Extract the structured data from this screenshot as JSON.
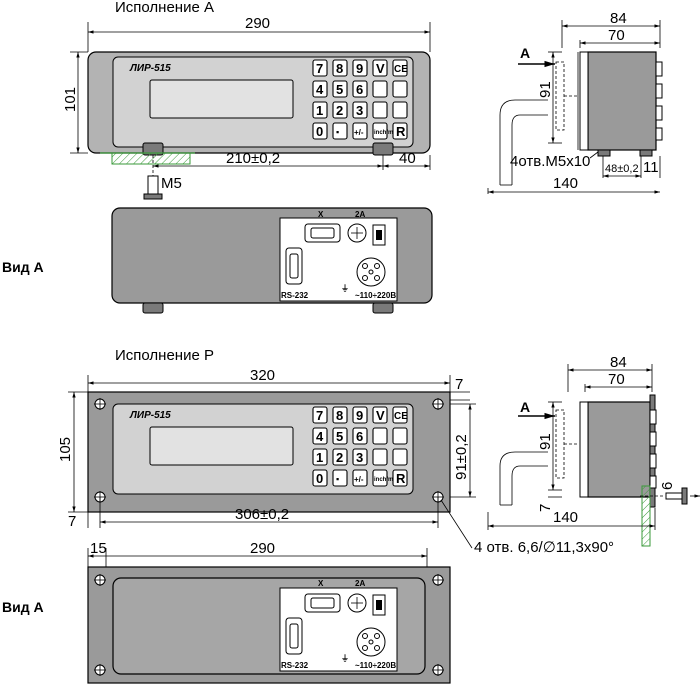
{
  "top": {
    "title": "Исполнение А",
    "brand": "ЛИР-515",
    "dim_width": "290",
    "dim_height": "101",
    "dim_foot_span": "210±0,2",
    "dim_foot_offset": "40",
    "screw": "M5"
  },
  "side_top": {
    "dim_depth": "84",
    "dim_inner": "70",
    "dim_height": "91",
    "view_arrow": "A",
    "holes": "4отв.M5x10",
    "dim_holes_span": "48±0,2",
    "dim_holes_offset": "11",
    "dim_total": "140"
  },
  "view_a_1": {
    "label": "Вид А",
    "port_x": "X",
    "port_2a": "2A",
    "rs232": "RS-232",
    "power": "~110÷220В"
  },
  "bottom": {
    "title": "Исполнение Р",
    "brand": "ЛИР-515",
    "dim_width": "320",
    "dim_height": "105",
    "dim_margin_left": "7",
    "dim_margin_top": "7",
    "dim_hole_span": "306±0,2",
    "dim_hole_vertical": "91±0,2",
    "holes_note": "4 отв. 6,6/∅11,3x90°"
  },
  "side_bottom": {
    "dim_depth": "84",
    "dim_inner": "70",
    "dim_height": "91",
    "view_arrow": "A",
    "dim_panel": "6",
    "dim_bottom": "7",
    "dim_total": "140"
  },
  "view_a_2": {
    "label": "Вид А",
    "dim_left": "15",
    "dim_width": "290",
    "port_x": "X",
    "port_2a": "2A",
    "rs232": "RS-232",
    "power": "~110÷220В"
  },
  "keypad": {
    "rows": [
      [
        "7",
        "8",
        "9",
        "V",
        "CE"
      ],
      [
        "4",
        "5",
        "6",
        "",
        ""
      ],
      [
        "1",
        "2",
        "3",
        "",
        ""
      ],
      [
        "0",
        "▪",
        "+/-",
        "inch/mm",
        "R"
      ]
    ]
  },
  "colors": {
    "body": "#9a9a9a",
    "front": "#b3b3b3",
    "hatch": "#3a9a3a"
  }
}
